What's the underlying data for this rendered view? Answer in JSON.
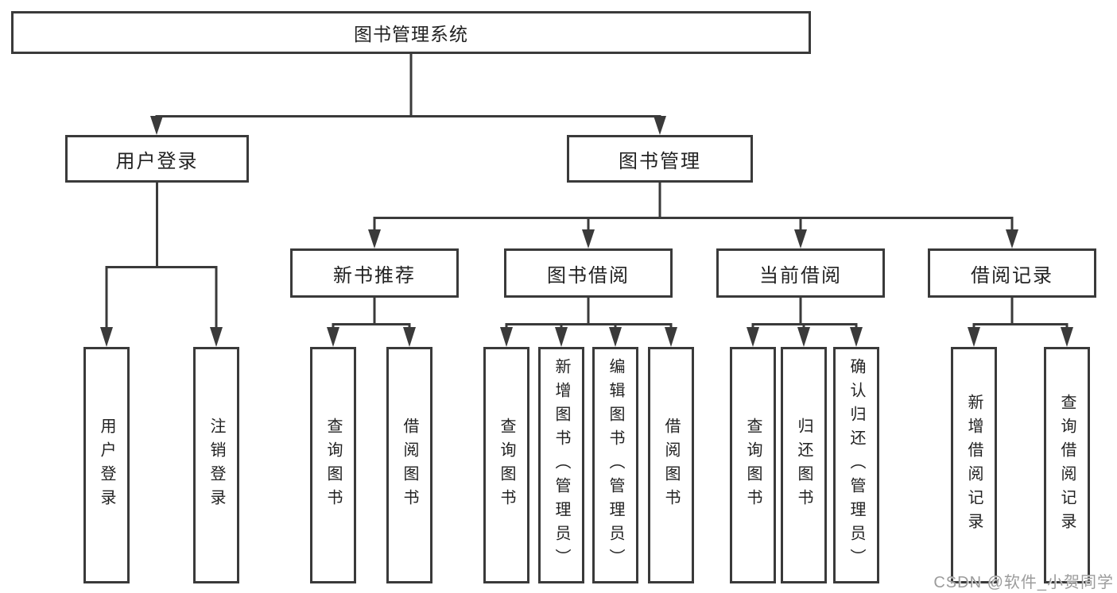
{
  "colors": {
    "line": "#3a3a3a",
    "text": "#222222",
    "box_background": "#ffffff",
    "watermark": "#9c9c9c"
  },
  "diagram": {
    "root": {
      "label": "图书管理系统"
    },
    "branches": [
      {
        "label": "用户登录",
        "children": [
          "用户登录",
          "注销登录"
        ]
      },
      {
        "label": "图书管理",
        "groups": [
          {
            "label": "新书推荐",
            "children": [
              "查询图书",
              "借阅图书"
            ]
          },
          {
            "label": "图书借阅",
            "children": [
              "查询图书",
              "新增图书（管理员）",
              "编辑图书（管理员）",
              "借阅图书"
            ]
          },
          {
            "label": "当前借阅",
            "children": [
              "查询图书",
              "归还图书",
              "确认归还（管理员）"
            ]
          },
          {
            "label": "借阅记录",
            "children": [
              "新增借阅记录",
              "查询借阅记录"
            ]
          }
        ]
      }
    ]
  },
  "watermark": {
    "text": "CSDN @软件_小贺同学"
  }
}
